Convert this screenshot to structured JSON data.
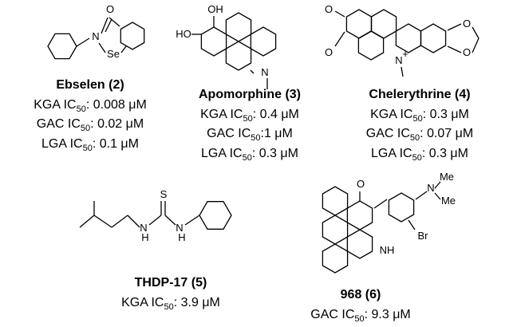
{
  "compounds": [
    {
      "name": "Ebselen (2)",
      "atoms": [
        "O",
        "N",
        "Se"
      ],
      "activities": [
        {
          "assay": "KGA IC",
          "sub": "50",
          "value": ": 0.008 μM"
        },
        {
          "assay": "GAC IC",
          "sub": "50",
          "value": ": 0.02 μM"
        },
        {
          "assay": "LGA IC",
          "sub": "50",
          "value": ": 0.1 μM"
        }
      ]
    },
    {
      "name": "Apomorphine (3)",
      "atoms": [
        "OH",
        "HO",
        "N"
      ],
      "activities": [
        {
          "assay": "KGA IC",
          "sub": "50",
          "value": ": 0.4 μM"
        },
        {
          "assay": "GAC IC",
          "sub": "50",
          "value": ":1 μM"
        },
        {
          "assay": "LGA IC",
          "sub": "50",
          "value": ": 0.3 μM"
        }
      ]
    },
    {
      "name": "Chelerythrine (4)",
      "atoms": [
        "O",
        "O",
        "N",
        "+",
        "O",
        "O"
      ],
      "activities": [
        {
          "assay": "KGA IC",
          "sub": "50",
          "value": ": 0.3 μM"
        },
        {
          "assay": "GAC IC",
          "sub": "50",
          "value": ": 0.07 μM"
        },
        {
          "assay": "LGA IC",
          "sub": "50",
          "value": ": 0.3 μM"
        }
      ]
    },
    {
      "name": "THDP-17 (5)",
      "atoms": [
        "S",
        "N",
        "H",
        "N",
        "H"
      ],
      "activities": [
        {
          "assay": "KGA IC",
          "sub": "50",
          "value": ": 3.9 μM"
        }
      ]
    },
    {
      "name": "968 (6)",
      "atoms": [
        "O",
        "N",
        "Me",
        "Me",
        "Br",
        "NH"
      ],
      "activities": [
        {
          "assay": "GAC IC",
          "sub": "50",
          "value": ": 9.3 μM"
        }
      ]
    }
  ]
}
